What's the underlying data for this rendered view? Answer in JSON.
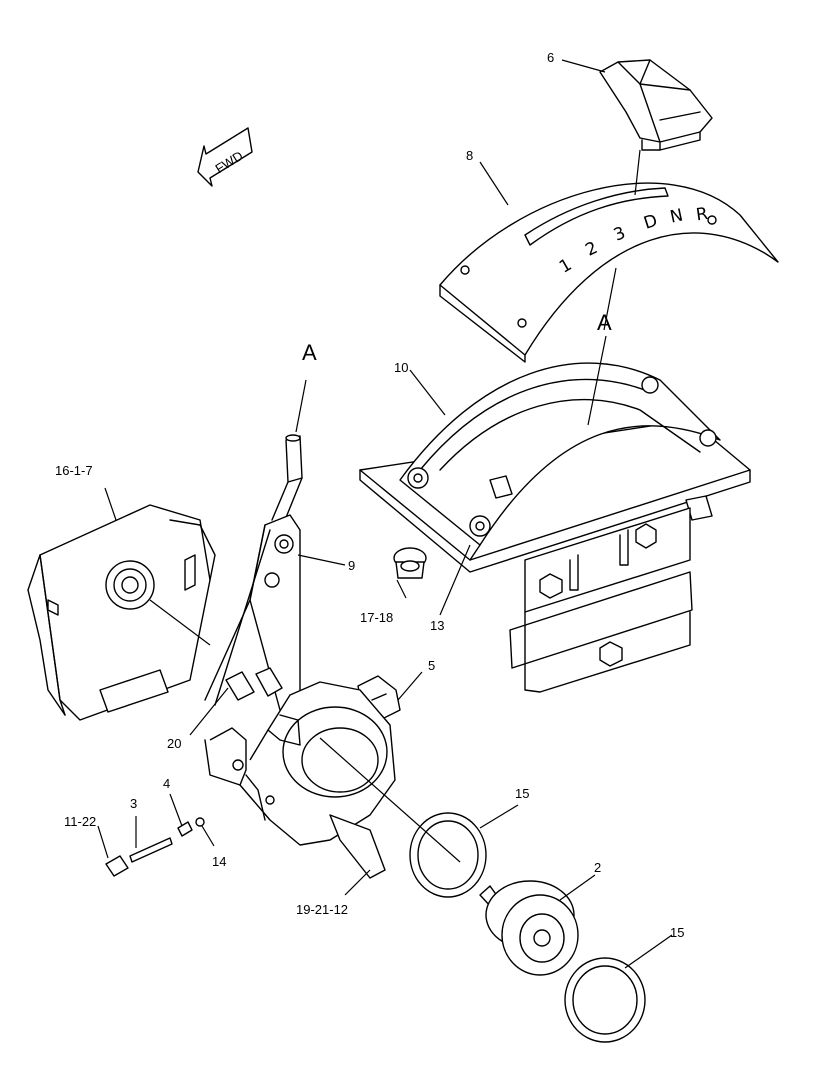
{
  "fwd_arrow": {
    "label": "FWD",
    "icon": "forward-direction-arrow-icon"
  },
  "callouts": {
    "part_6": "6",
    "part_8": "8",
    "view_a_top": "A",
    "view_a_lever": "A",
    "part_10": "10",
    "part_16_1_7": "16-1-7",
    "part_9": "9",
    "part_17_18": "17-18",
    "part_13": "13",
    "part_5": "5",
    "part_20": "20",
    "part_15_upper": "15",
    "part_3": "3",
    "part_4": "4",
    "part_11_22": "11-22",
    "part_14": "14",
    "part_2": "2",
    "part_19_21_12": "19-21-12",
    "part_15_lower": "15"
  },
  "gear_positions": [
    "1",
    "2",
    "3",
    "D",
    "N",
    "R"
  ]
}
